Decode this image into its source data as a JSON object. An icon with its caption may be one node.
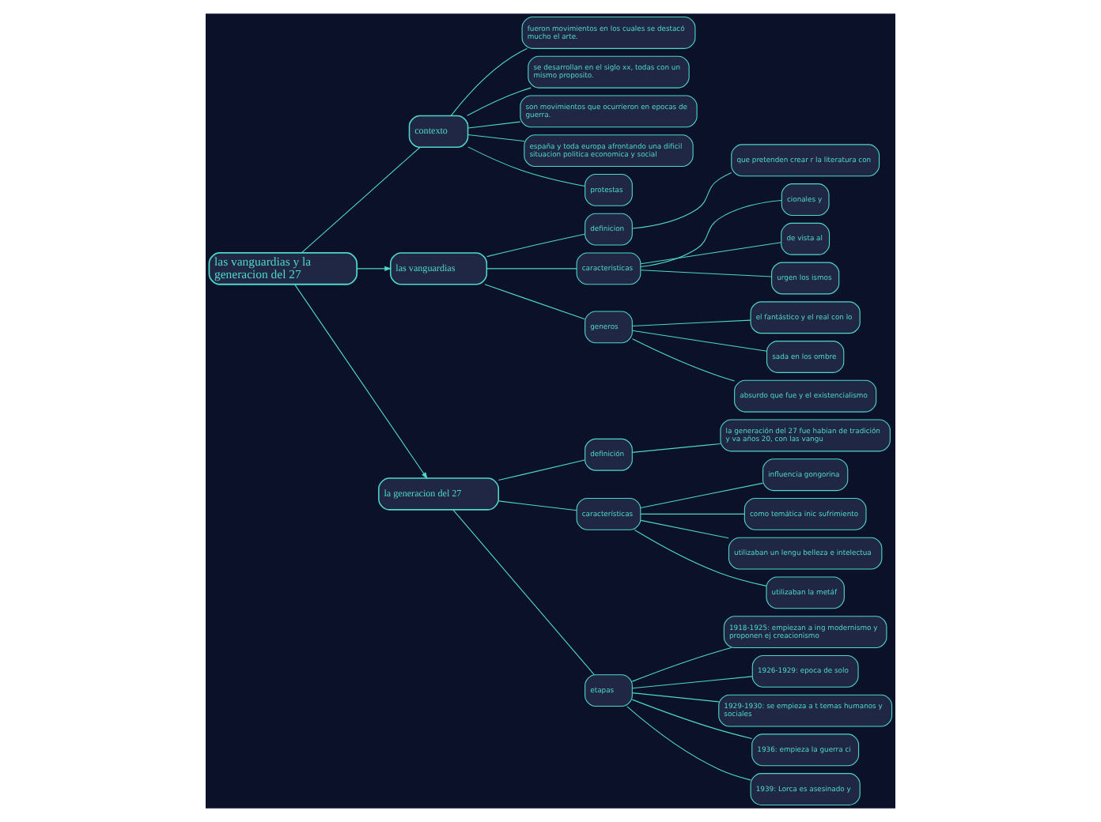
{
  "diagram": {
    "nodes": [
      {
        "text": [
          "las vanguardias y la generacion del 27"
        ]
      },
      {
        "text": [
          "contexto"
        ]
      },
      {
        "text": [
          "fueron movimientos en los cuales se destacó mucho el arte."
        ]
      },
      {
        "text": [
          "se desarrollan en el siglo xx, todas con un mismo proposito."
        ]
      },
      {
        "text": [
          "son movimientos que ocurrieron en epocas de guerra."
        ]
      },
      {
        "text": [
          "españa y toda europa afrontando una dificil situacion politica economica y social"
        ]
      },
      {
        "text": [
          "protestas"
        ]
      },
      {
        "text": [
          "las vanguardias"
        ]
      },
      {
        "text": [
          "definicion"
        ]
      },
      {
        "text": [
          "que pretenden crear r la literatura con"
        ]
      },
      {
        "text": [
          "caracteristicas"
        ]
      },
      {
        "text": [
          "cionales y"
        ]
      },
      {
        "text": [
          "de vista al"
        ]
      },
      {
        "text": [
          "urgen los ismos"
        ]
      },
      {
        "text": [
          "generos"
        ]
      },
      {
        "text": [
          "el fantástico y el real con lo"
        ]
      },
      {
        "text": [
          "sada en los ombre"
        ]
      },
      {
        "text": [
          "absurdo que fue y el existencialismo"
        ]
      },
      {
        "text": [
          "la generacion del 27"
        ]
      },
      {
        "text": [
          "definición"
        ]
      },
      {
        "text": [
          "la generación del 27 fue habian de tradición y va años 20, con las vangu"
        ]
      },
      {
        "text": [
          "características"
        ]
      },
      {
        "text": [
          "influencia gongorina"
        ]
      },
      {
        "text": [
          "como temática inic sufrimiento"
        ]
      },
      {
        "text": [
          "utilizaban un lengu belleza e intelectua"
        ]
      },
      {
        "text": [
          "utilizaban la metáf"
        ]
      },
      {
        "text": [
          "etapas"
        ]
      },
      {
        "text": [
          "1918-1925: empiezan a ing modernismo y proponen ej creacionismo"
        ]
      },
      {
        "text": [
          "1926-1929: epoca de solo"
        ]
      },
      {
        "text": [
          "1929-1930: se empieza a t temas humanos y sociales"
        ]
      },
      {
        "text": [
          "1936: empieza la guerra ci"
        ]
      },
      {
        "text": [
          "1939: Lorca es asesinado y"
        ]
      }
    ],
    "edges": [
      {
        "from": 0,
        "to": 1,
        "arrow": "none"
      },
      {
        "from": 1,
        "to": 2,
        "arrow": "none"
      },
      {
        "from": 1,
        "to": 3,
        "arrow": "none"
      },
      {
        "from": 1,
        "to": 4,
        "arrow": "none"
      },
      {
        "from": 1,
        "to": 5,
        "arrow": "none"
      },
      {
        "from": 1,
        "to": 6,
        "arrow": "none"
      },
      {
        "from": 0,
        "to": 7,
        "arrow": "to"
      },
      {
        "from": 7,
        "to": 8,
        "arrow": "none"
      },
      {
        "from": 8,
        "to": 9,
        "arrow": "none"
      },
      {
        "from": 7,
        "to": 10,
        "arrow": "none"
      },
      {
        "from": 10,
        "to": 11,
        "arrow": "none"
      },
      {
        "from": 10,
        "to": 12,
        "arrow": "none"
      },
      {
        "from": 10,
        "to": 13,
        "arrow": "none"
      },
      {
        "from": 7,
        "to": 14,
        "arrow": "none"
      },
      {
        "from": 14,
        "to": 15,
        "arrow": "none"
      },
      {
        "from": 14,
        "to": 16,
        "arrow": "none"
      },
      {
        "from": 14,
        "to": 17,
        "arrow": "none"
      },
      {
        "from": 0,
        "to": 18,
        "arrow": "to"
      },
      {
        "from": 18,
        "to": 19,
        "arrow": "none"
      },
      {
        "from": 19,
        "to": 20,
        "arrow": "none"
      },
      {
        "from": 18,
        "to": 21,
        "arrow": "none"
      },
      {
        "from": 21,
        "to": 22,
        "arrow": "none"
      },
      {
        "from": 21,
        "to": 23,
        "arrow": "none"
      },
      {
        "from": 21,
        "to": 24,
        "arrow": "none"
      },
      {
        "from": 21,
        "to": 25,
        "arrow": "none"
      },
      {
        "from": 18,
        "to": 26,
        "arrow": "none"
      },
      {
        "from": 26,
        "to": 27,
        "arrow": "none"
      },
      {
        "from": 26,
        "to": 28,
        "arrow": "none"
      },
      {
        "from": 26,
        "to": 29,
        "arrow": "none"
      },
      {
        "from": 26,
        "to": 30,
        "arrow": "none"
      },
      {
        "from": 26,
        "to": 31,
        "arrow": "none"
      }
    ]
  }
}
